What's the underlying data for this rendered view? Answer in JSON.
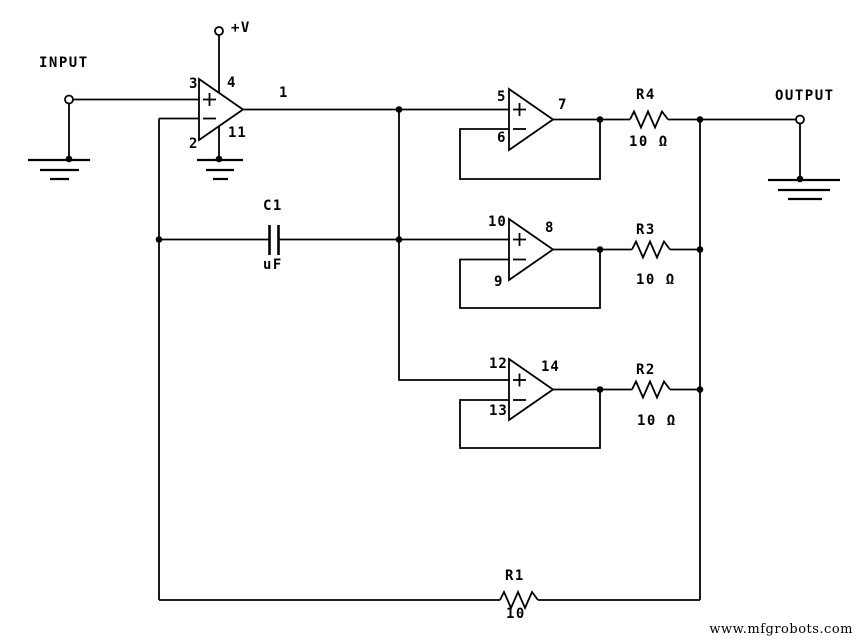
{
  "terminals": {
    "input_label": "INPUT",
    "output_label": "OUTPUT",
    "supply_label": "+V"
  },
  "opamps": {
    "u1": {
      "pin_noninv": "3",
      "pin_inv": "2",
      "pin_vplus": "4",
      "pin_vminus": "11",
      "pin_out": "1"
    },
    "u2": {
      "pin_noninv": "5",
      "pin_inv": "6",
      "pin_out": "7"
    },
    "u3": {
      "pin_noninv": "10",
      "pin_inv": "9",
      "pin_out": "8"
    },
    "u4": {
      "pin_noninv": "12",
      "pin_inv": "13",
      "pin_out": "14"
    }
  },
  "components": {
    "c1": {
      "ref": "C1",
      "value": "uF"
    },
    "r4": {
      "ref": "R4",
      "value": "10 Ω"
    },
    "r3": {
      "ref": "R3",
      "value": "10 Ω"
    },
    "r2": {
      "ref": "R2",
      "value": "10 Ω"
    },
    "r1": {
      "ref": "R1",
      "value": "10"
    }
  },
  "colors": {
    "line": "#000000",
    "background": "#ffffff"
  },
  "watermark": "www.mfgrobots.com"
}
